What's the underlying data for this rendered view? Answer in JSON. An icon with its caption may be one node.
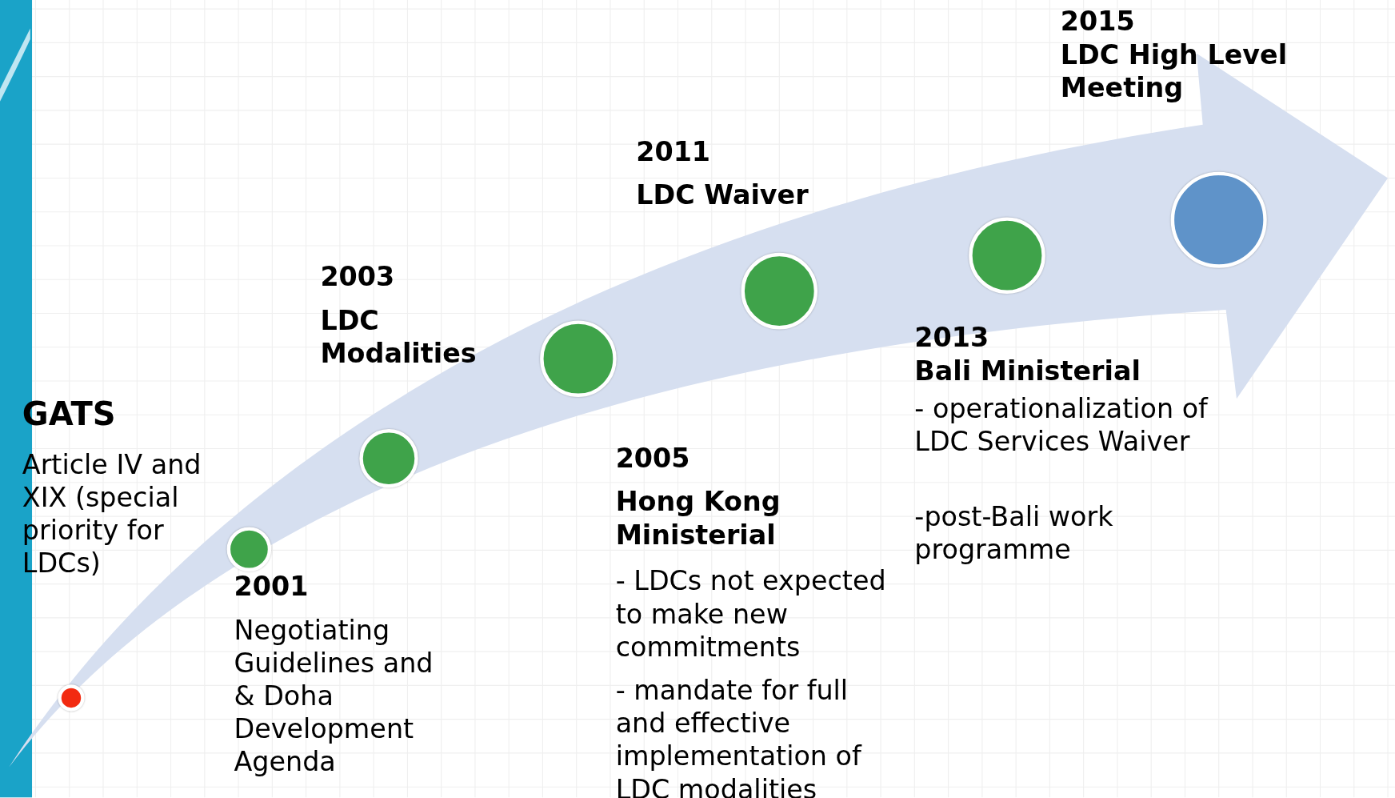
{
  "diagram": {
    "nodes": [
      {
        "text": [],
        "shape": "circle"
      },
      {
        "text": [],
        "shape": "circle",
        "beside": [
          "2001",
          "Negotiating Guidelines and & Doha Development Agenda"
        ]
      },
      {
        "text": [],
        "shape": "circle",
        "beside": [
          "2003",
          "LDC Modalities"
        ]
      },
      {
        "text": [],
        "shape": "circle",
        "beside": [
          "2005",
          "Hong Kong Ministerial",
          "-  LDCs not expected to make new commitments",
          "- mandate for full and effective implementation of LDC modalities"
        ]
      },
      {
        "text": [],
        "shape": "circle",
        "beside": [
          "2011",
          "LDC Waiver"
        ]
      },
      {
        "text": [],
        "shape": "circle",
        "beside": [
          "2013",
          "Bali Ministerial",
          "- operationalization of LDC Services Waiver",
          "-post-Bali work programme"
        ]
      },
      {
        "text": [],
        "shape": "circle",
        "beside": [
          "2015",
          "LDC High Level Meeting"
        ]
      }
    ],
    "labels": [
      "GATS",
      "Article IV and XIX (special priority for LDCs)"
    ]
  }
}
